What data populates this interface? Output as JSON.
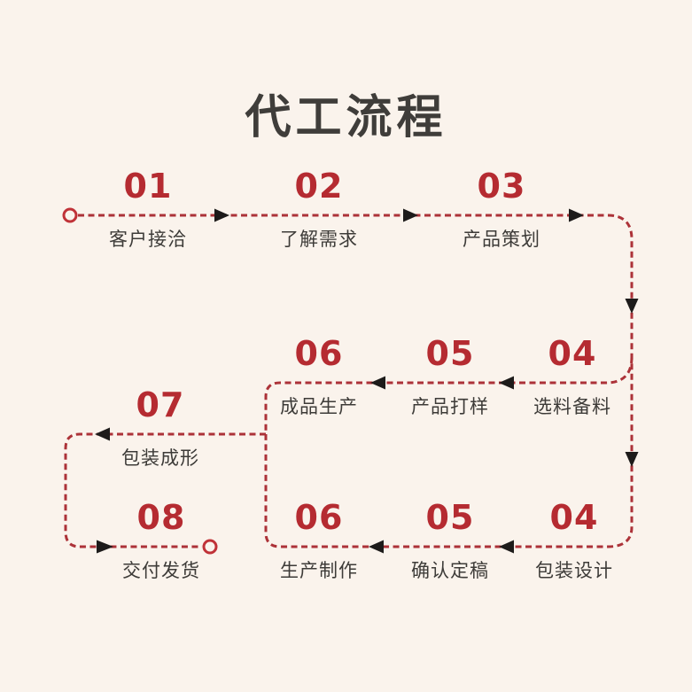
{
  "title": "代工流程",
  "colors": {
    "bg": "#faf3ec",
    "title-color": "#3f3d3a",
    "number-red": "#b52b31",
    "line-red": "#ac3238",
    "arrow-black": "#1d1b1a",
    "label-dark": "#3d3b38",
    "circle-red": "#c03238"
  },
  "steps": [
    {
      "num": "01",
      "label": "客户接洽"
    },
    {
      "num": "02",
      "label": "了解需求"
    },
    {
      "num": "03",
      "label": "产品策划"
    },
    {
      "num": "06",
      "label": "成品生产"
    },
    {
      "num": "05",
      "label": "产品打样"
    },
    {
      "num": "04",
      "label": "选料备料"
    },
    {
      "num": "07",
      "label": "包装成形"
    },
    {
      "num": "06",
      "label": "生产制作"
    },
    {
      "num": "05",
      "label": "确认定稿"
    },
    {
      "num": "04",
      "label": "包装设计"
    },
    {
      "num": "08",
      "label": "交付发货"
    }
  ]
}
